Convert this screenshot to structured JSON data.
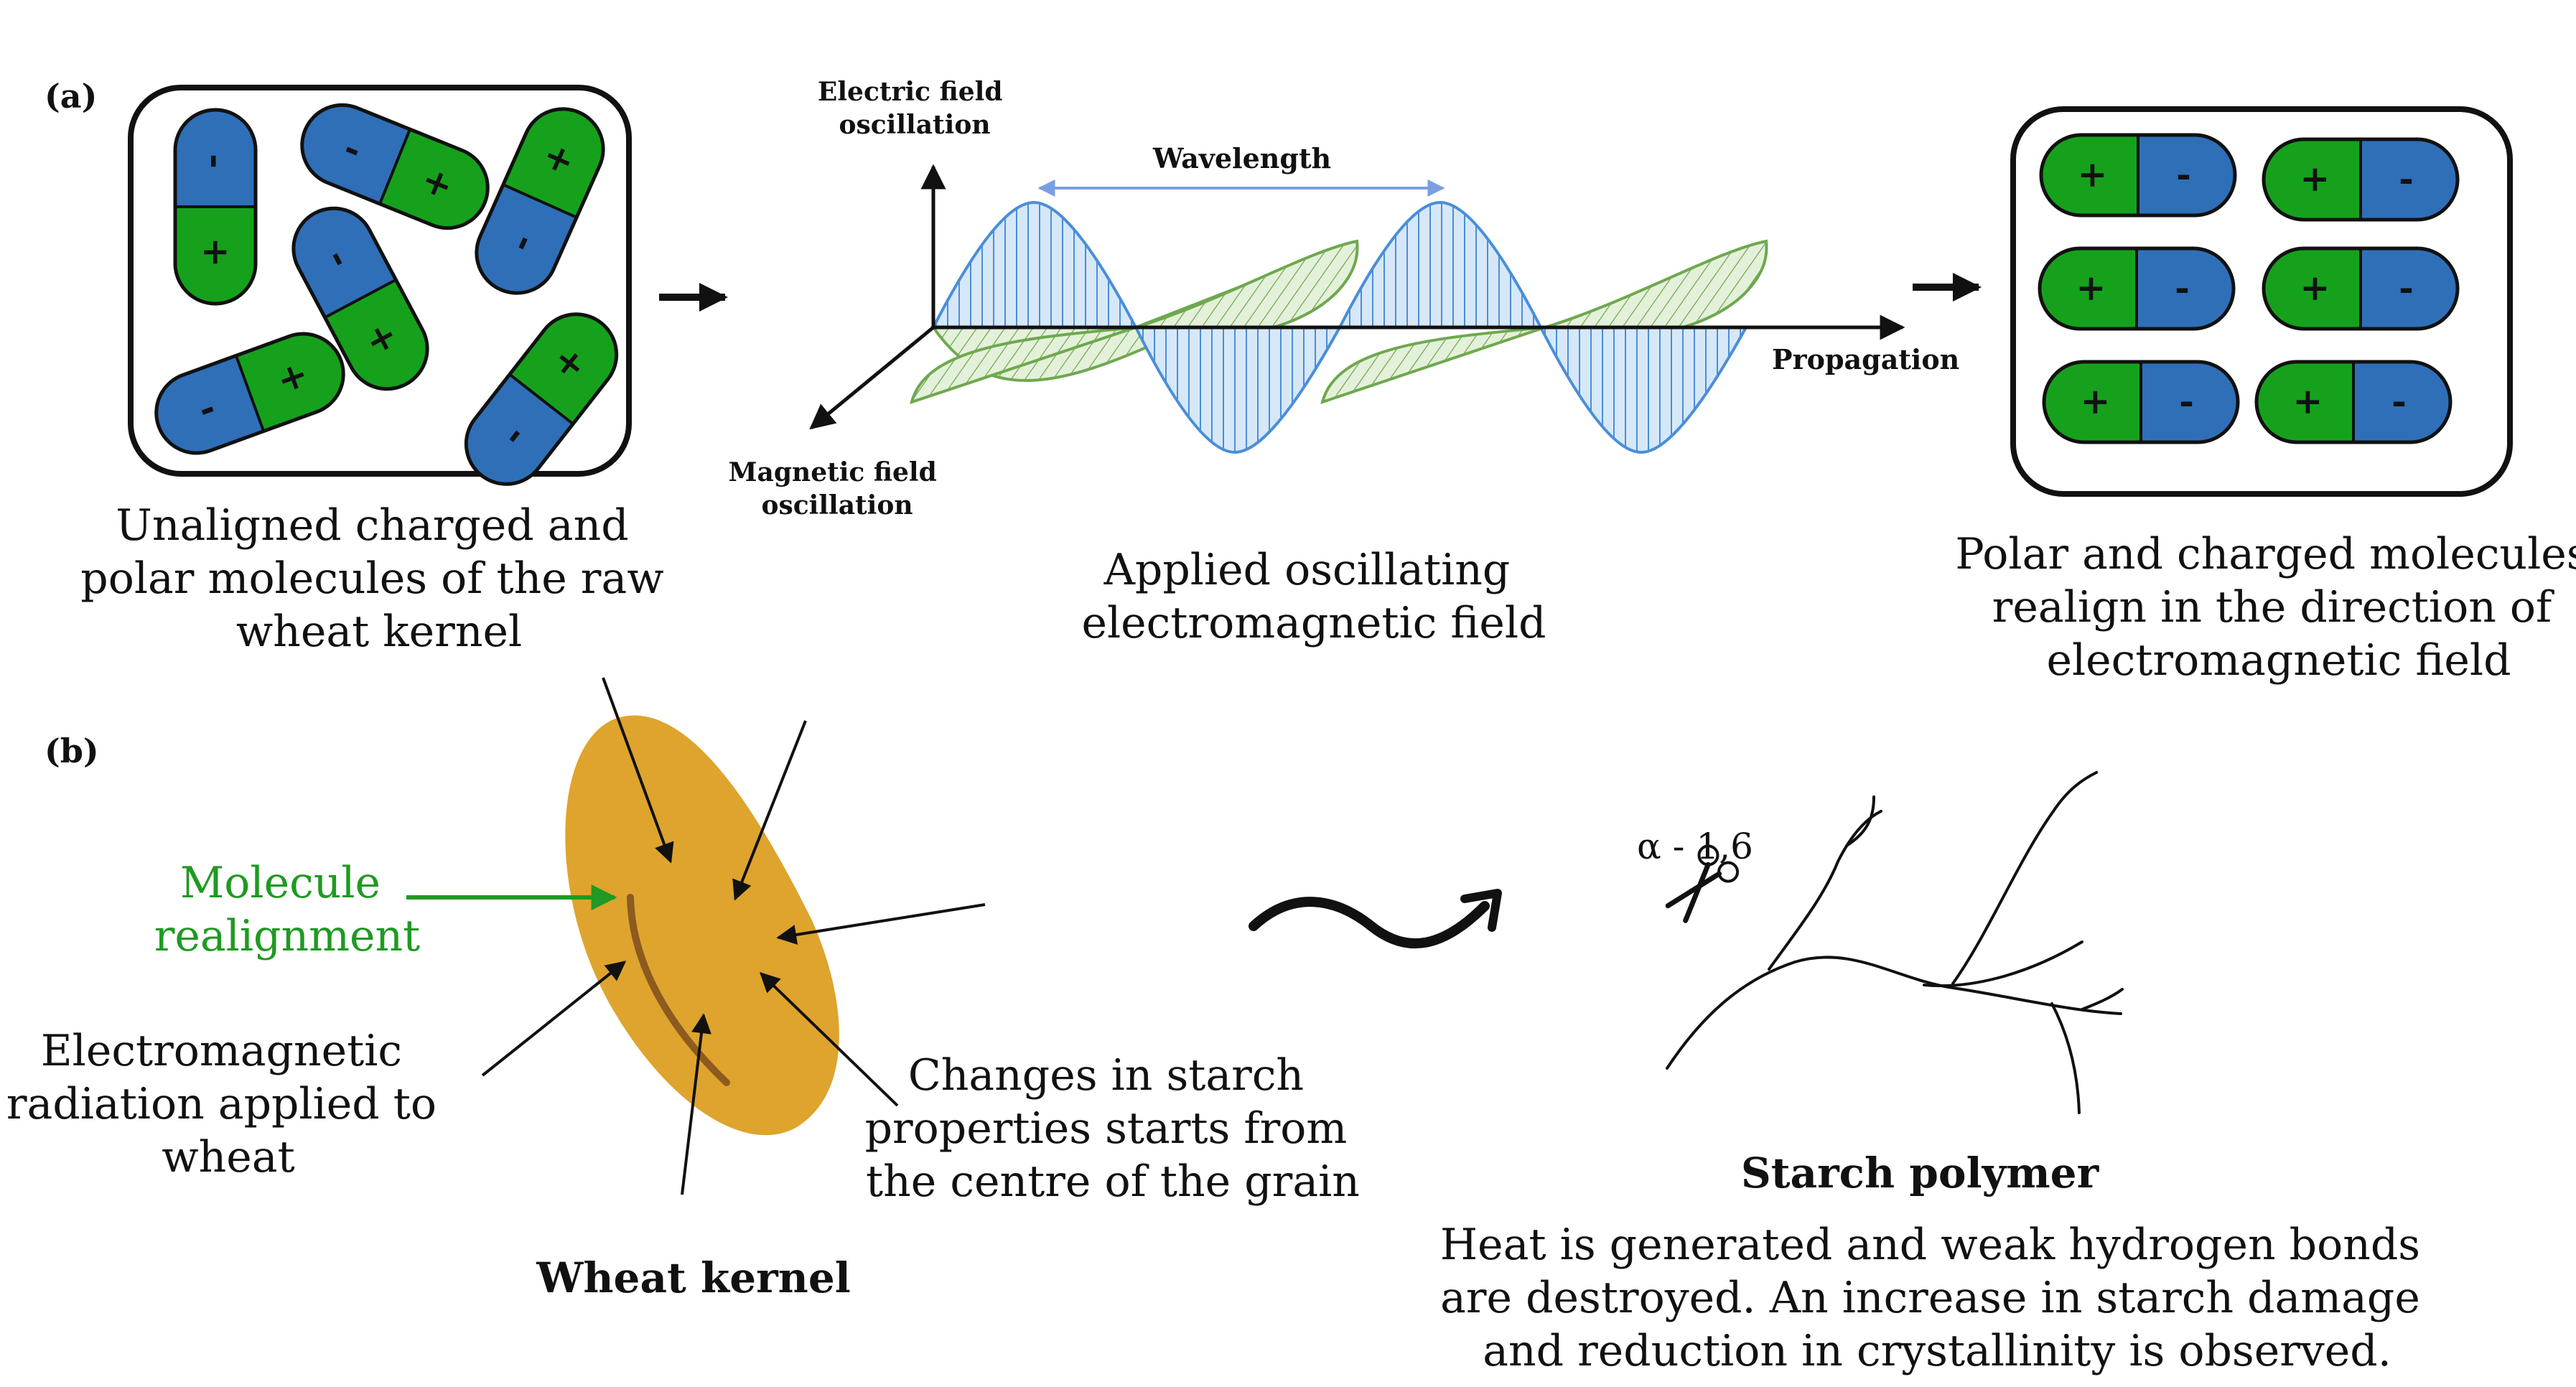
{
  "panel_a": {
    "label": "(a)",
    "left_caption": [
      "Unaligned charged and",
      "polar molecules of the raw",
      "wheat kernel"
    ],
    "wave": {
      "electric_axis": [
        "Electric field",
        "oscillation"
      ],
      "magnetic_axis": [
        "Magnetic field",
        "oscillation"
      ],
      "propagation": "Propagation",
      "wavelength": "Wavelength"
    },
    "middle_caption": [
      "Applied oscillating",
      "electromagnetic field"
    ],
    "right_caption": [
      "Polar and charged molecules",
      "realign in the direction of",
      "electromagnetic field"
    ],
    "plus_sign": "+",
    "minus_sign": "-"
  },
  "panel_b": {
    "label": "(b)",
    "molecule_label": [
      "Molecule",
      "realignment"
    ],
    "radiation_label": [
      "Electromagnetic",
      "radiation applied to",
      "wheat"
    ],
    "starch_change_label": [
      "Changes in starch",
      "properties starts from",
      "the centre of the grain"
    ],
    "kernel_title": "Wheat kernel",
    "alpha_label": "α - 1,6",
    "polymer_title": "Starch polymer",
    "polymer_caption": [
      "Heat is generated and weak hydrogen bonds",
      "are destroyed. An increase in starch damage",
      "and reduction in crystallinity is observed."
    ]
  },
  "colors": {
    "blue": "#2f6fb8",
    "green": "#16a11d",
    "outline": "#111111",
    "kernel": "#dea42d",
    "crease": "#8d5a1f",
    "wave_blue": "#4a8ed8",
    "wave_green": "#6fa84f",
    "wave_blue_fill": "#d6e8f8",
    "wave_green_fill": "#e4f1da",
    "highlight_green": "#1f9a22",
    "wavelength_arrow": "#7a9fe0"
  }
}
